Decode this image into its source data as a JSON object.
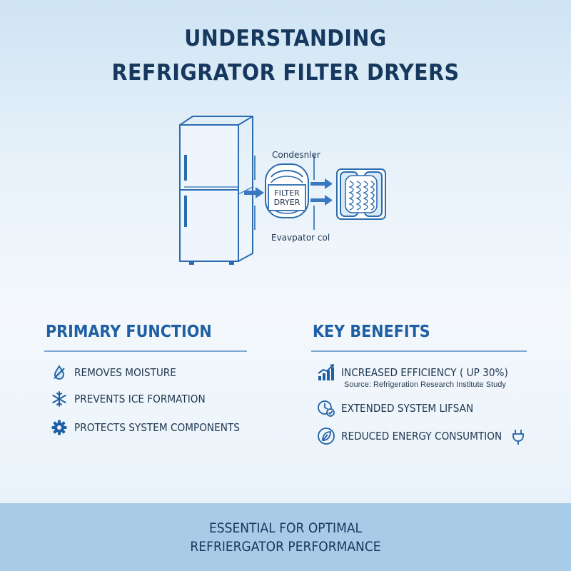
{
  "title": {
    "line1": "UNDERSTANDING",
    "line2": "REFRIGRATOR FILTER DRYERS"
  },
  "diagram": {
    "condenser_label": "Condesnler",
    "evaporator_label": "Evavpator col",
    "filter_line1": "FILTER",
    "filter_line2": "DRYER"
  },
  "primary": {
    "heading": "PRIMARY FUNCTION",
    "items": [
      {
        "label": "REMOVES MOISTURE",
        "icon": "droplet-slash-icon"
      },
      {
        "label": "PREVENTS ICE FORMATION",
        "icon": "snowflake-icon"
      },
      {
        "label": "PROTECTS SYSTEM COMPONENTS",
        "icon": "gear-icon"
      }
    ]
  },
  "benefits": {
    "heading": "KEY BENEFITS",
    "items": [
      {
        "label": "INCREASED EFFICIENCY ( UP 30%)",
        "icon": "bar-chart-up-icon",
        "note": "Source: Refrigeration Research Institute Study"
      },
      {
        "label": "EXTENDED SYSTEM LIFSAN",
        "icon": "clock-check-icon"
      },
      {
        "label": "REDUCED ENERGY CONSUMTION",
        "icon": "leaf-icon"
      }
    ]
  },
  "footer": {
    "line1": "ESSENTIAL FOR OPTIMAL",
    "line2": "REFRIERGATOR PERFORMANCE"
  },
  "colors": {
    "accent": "#1f5fa3",
    "title": "#17385e",
    "footer_band": "#a8cbe8",
    "line_art": "#2b6cb0"
  }
}
